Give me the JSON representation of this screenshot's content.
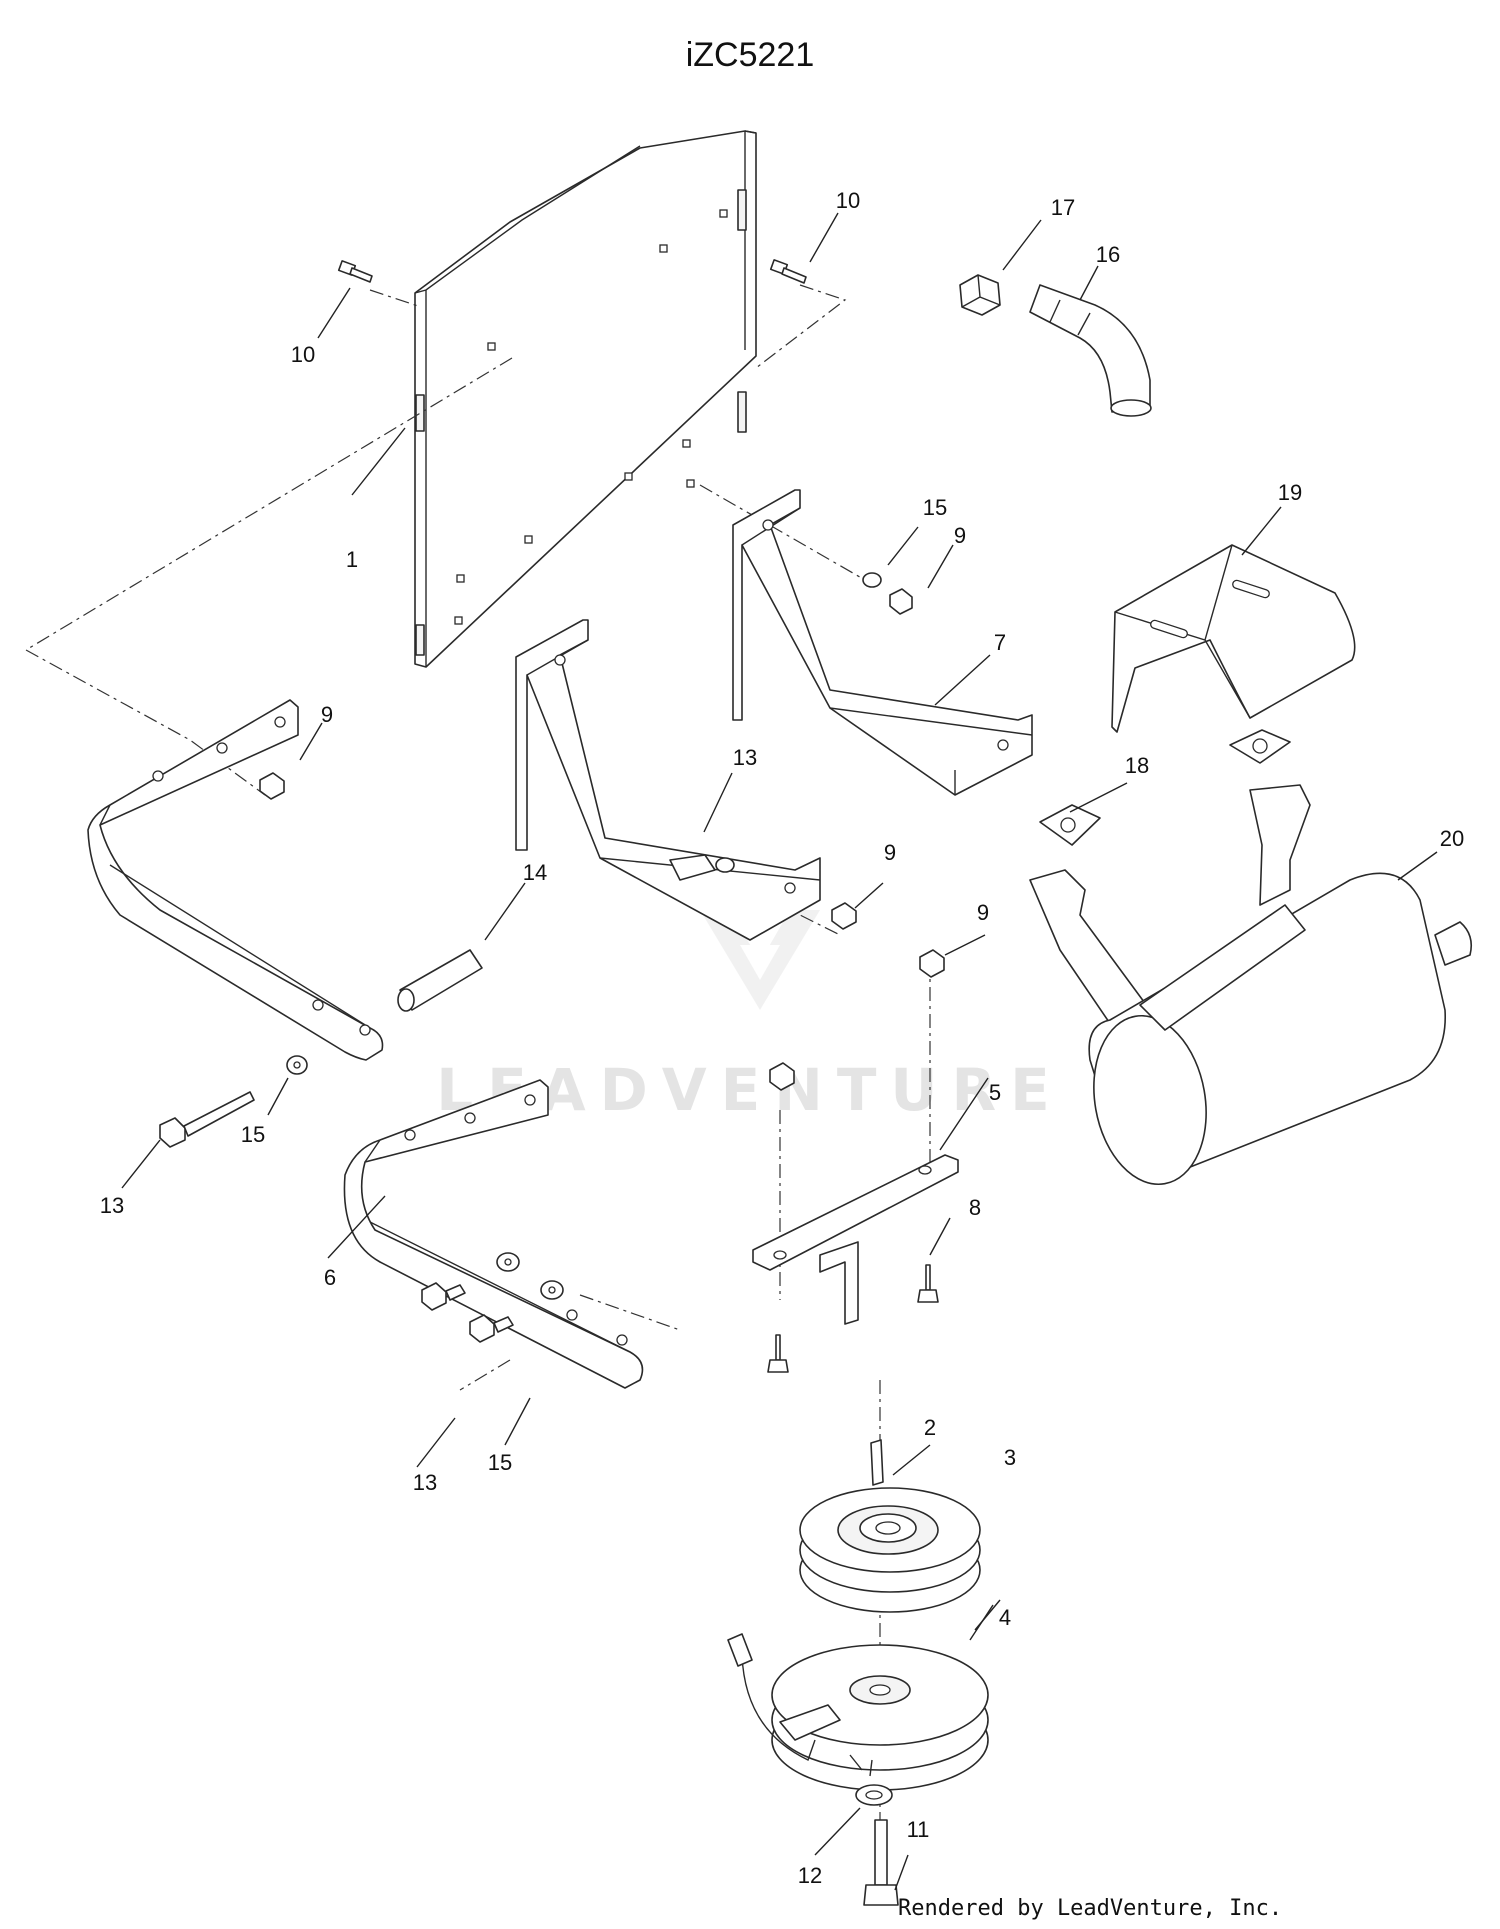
{
  "diagram": {
    "title": "iZC5221",
    "footer": "Rendered by LeadVenture, Inc.",
    "watermark": "LEADVENTURE",
    "callouts": [
      {
        "id": "c1",
        "label": "1"
      },
      {
        "id": "c2",
        "label": "2"
      },
      {
        "id": "c3",
        "label": "3"
      },
      {
        "id": "c4",
        "label": "4"
      },
      {
        "id": "c5",
        "label": "5"
      },
      {
        "id": "c6",
        "label": "6"
      },
      {
        "id": "c7",
        "label": "7"
      },
      {
        "id": "c8",
        "label": "8"
      },
      {
        "id": "c9a",
        "label": "9"
      },
      {
        "id": "c9b",
        "label": "9"
      },
      {
        "id": "c9c",
        "label": "9"
      },
      {
        "id": "c9d",
        "label": "9"
      },
      {
        "id": "c10a",
        "label": "10"
      },
      {
        "id": "c10b",
        "label": "10"
      },
      {
        "id": "c11",
        "label": "11"
      },
      {
        "id": "c12",
        "label": "12"
      },
      {
        "id": "c13a",
        "label": "13"
      },
      {
        "id": "c13b",
        "label": "13"
      },
      {
        "id": "c13c",
        "label": "13"
      },
      {
        "id": "c14",
        "label": "14"
      },
      {
        "id": "c15a",
        "label": "15"
      },
      {
        "id": "c15b",
        "label": "15"
      },
      {
        "id": "c15c",
        "label": "15"
      },
      {
        "id": "c16",
        "label": "16"
      },
      {
        "id": "c17",
        "label": "17"
      },
      {
        "id": "c18",
        "label": "18"
      },
      {
        "id": "c19",
        "label": "19"
      },
      {
        "id": "c20",
        "label": "20"
      }
    ]
  }
}
